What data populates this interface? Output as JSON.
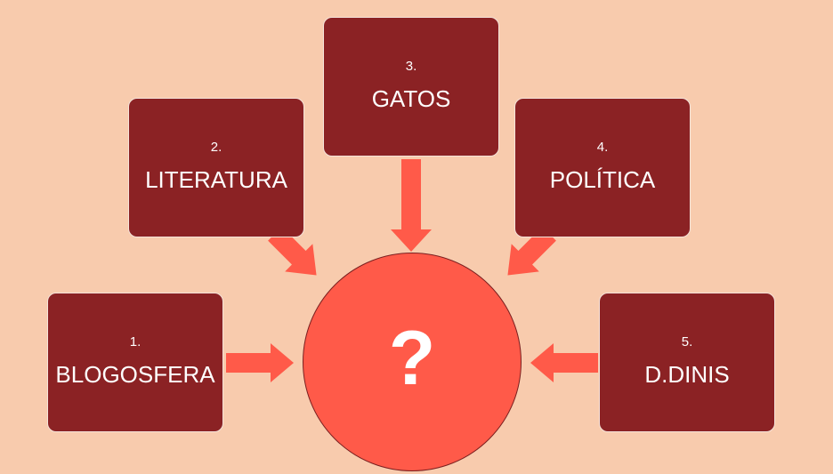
{
  "diagram": {
    "nodes": [
      {
        "id": "1",
        "number": "1.",
        "label": "BLOGOSFERA"
      },
      {
        "id": "2",
        "number": "2.",
        "label": "LITERATURA"
      },
      {
        "id": "3",
        "number": "3.",
        "label": "GATOS"
      },
      {
        "id": "4",
        "number": "4.",
        "label": "POLÍTICA"
      },
      {
        "id": "5",
        "number": "5.",
        "label": "D.DINIS"
      }
    ],
    "center": {
      "label": "?"
    },
    "edges": [
      {
        "from": "1",
        "to": "center"
      },
      {
        "from": "2",
        "to": "center"
      },
      {
        "from": "3",
        "to": "center"
      },
      {
        "from": "4",
        "to": "center"
      },
      {
        "from": "5",
        "to": "center"
      }
    ]
  },
  "colors": {
    "background": "#f8cbad",
    "node_fill": "#8b2224",
    "node_border": "#f4e3da",
    "center_fill": "#ff5a49",
    "arrow_fill": "#ff5a49",
    "text": "#ffffff"
  }
}
